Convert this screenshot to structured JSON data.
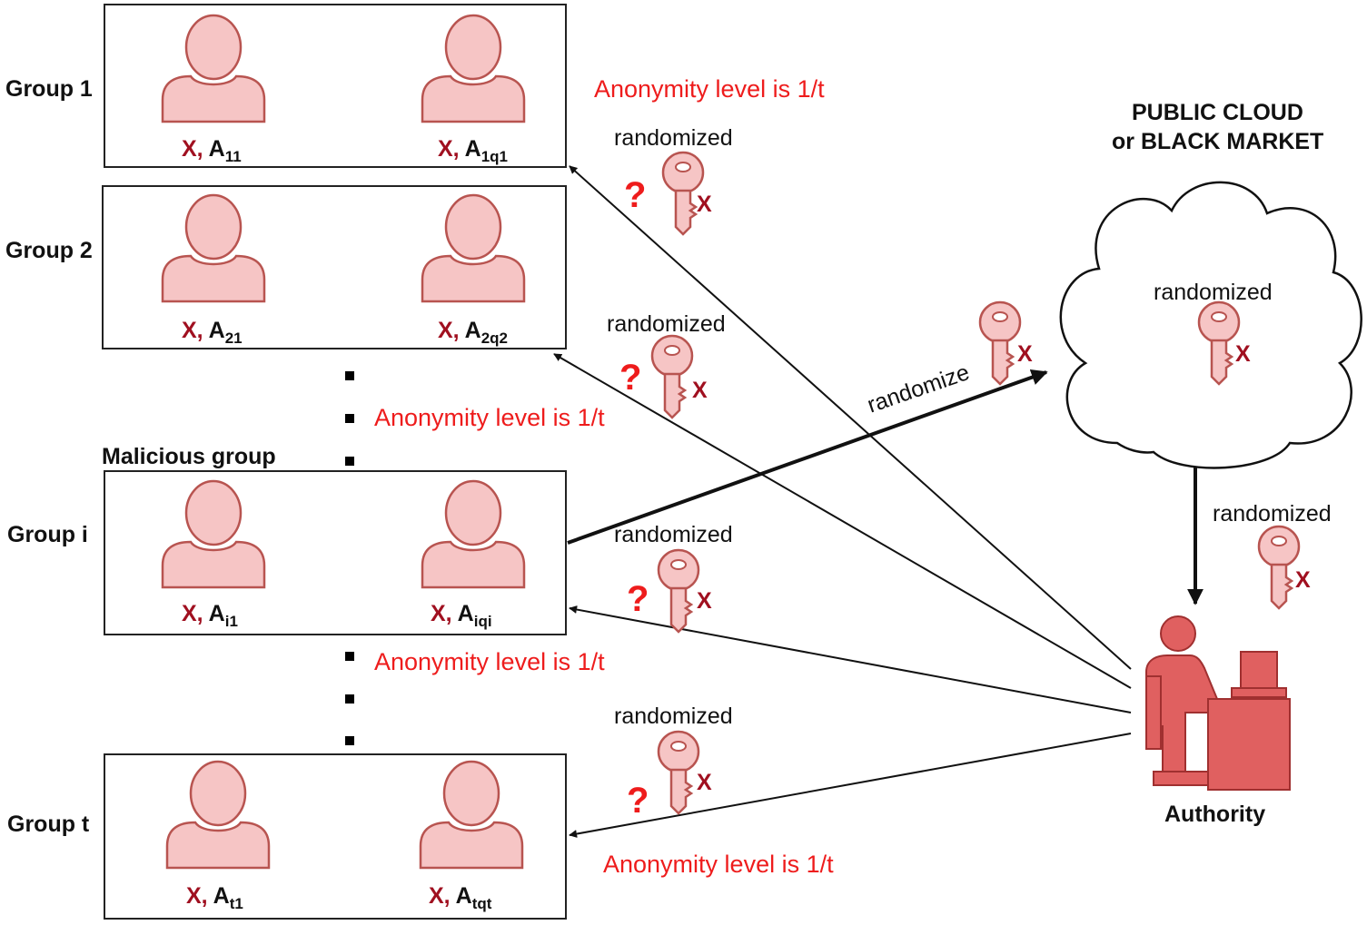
{
  "groups": [
    {
      "label": "Group 1",
      "first": {
        "x": "X,",
        "a": "A",
        "sub": "11"
      },
      "last": {
        "x": "X,",
        "a": "A",
        "sub": "1q1"
      }
    },
    {
      "label": "Group 2",
      "first": {
        "x": "X,",
        "a": "A",
        "sub": "21"
      },
      "last": {
        "x": "X,",
        "a": "A",
        "sub": "2q2"
      }
    },
    {
      "label": "Group i",
      "first": {
        "x": "X,",
        "a": "A",
        "sub": "i1"
      },
      "last": {
        "x": "X,",
        "a": "A",
        "sub": "iqi"
      }
    },
    {
      "label": "Group t",
      "first": {
        "x": "X,",
        "a": "A",
        "sub": "t1"
      },
      "last": {
        "x": "X,",
        "a": "A",
        "sub": "tqt"
      }
    }
  ],
  "malicious_label": "Malicious group",
  "anonymity_text": "Anonymity level is 1/t",
  "randomized_text": "randomized",
  "randomize_text": "randomize",
  "key_symbol": "X",
  "question_mark": "?",
  "cloud_heading": [
    "PUBLIC CLOUD",
    "or BLACK MARKET"
  ],
  "authority_label": "Authority",
  "colors": {
    "person_fill": "#f6c5c5",
    "person_stroke": "#b85450",
    "authority_fill": "#e06060",
    "alert_red": "#ee1c1c",
    "key_x": "#a01020"
  }
}
